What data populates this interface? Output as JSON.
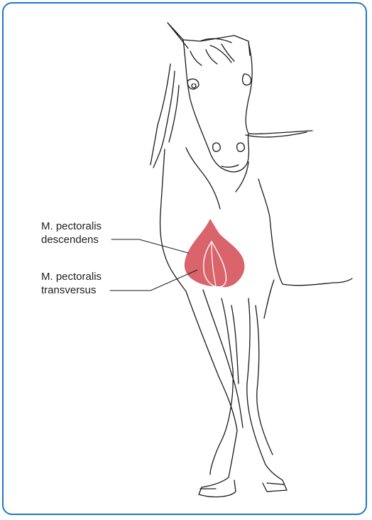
{
  "labels": {
    "descendens": {
      "line1": "M. pectoralis",
      "line2": "descendens"
    },
    "transversus": {
      "line1": "M. pectoralis",
      "line2": "transversus"
    }
  },
  "colors": {
    "frame": "#1f78c8",
    "muscle": "#d9646b",
    "outline": "#1a1a1a"
  }
}
